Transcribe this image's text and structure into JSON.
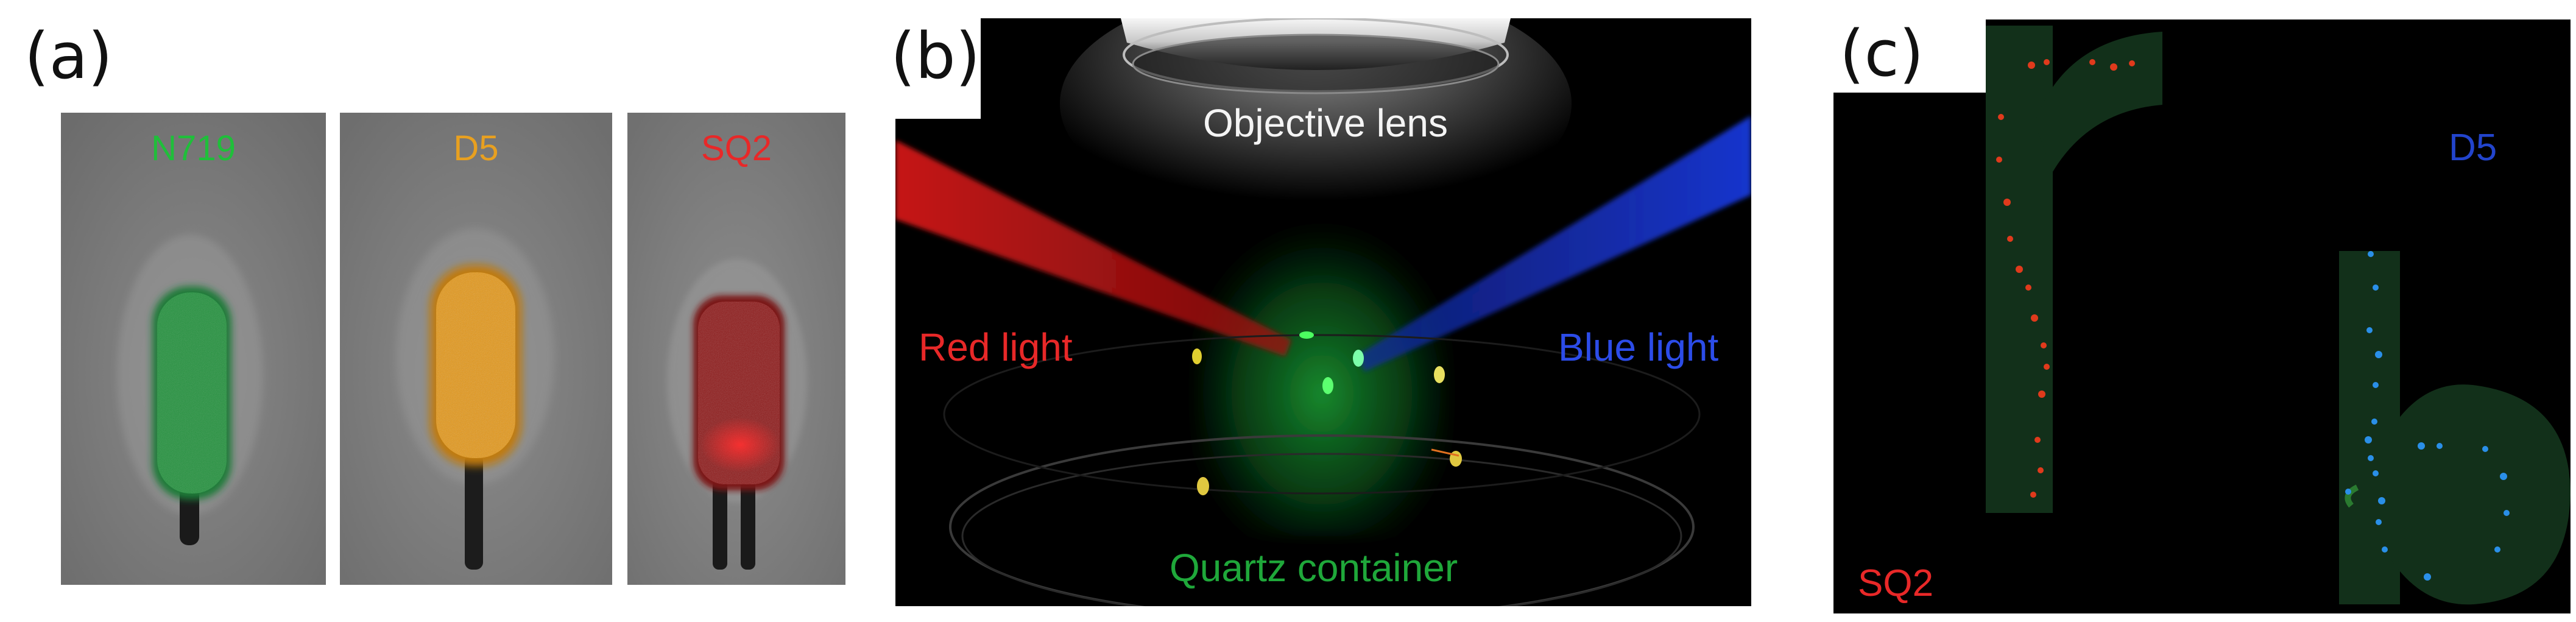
{
  "panels": {
    "a": {
      "label": "(a)",
      "cells": [
        {
          "caption": "N719",
          "color": "#1fbf3a"
        },
        {
          "caption": "D5",
          "color": "#e8a020"
        },
        {
          "caption": "SQ2",
          "color": "#e82828"
        }
      ]
    },
    "b": {
      "label": "(b)",
      "objective": "Objective lens",
      "red_light": "Red light",
      "blue_light": "Blue light",
      "container": "Quartz container"
    },
    "c": {
      "label": "(c)",
      "d5": "D5",
      "sq2": "SQ2"
    }
  },
  "colors": {
    "n719_green": "#1fbf3a",
    "d5_orange": "#e8a020",
    "sq2_red": "#e82828",
    "laser_red": "#c81818",
    "laser_blue": "#1830c8",
    "letter_green": "#12301a",
    "dot_red": "#e03a1c",
    "dot_blue": "#2a8fe8",
    "caption_white": "#f4f4f4",
    "caption_container": "#1fa83a"
  }
}
